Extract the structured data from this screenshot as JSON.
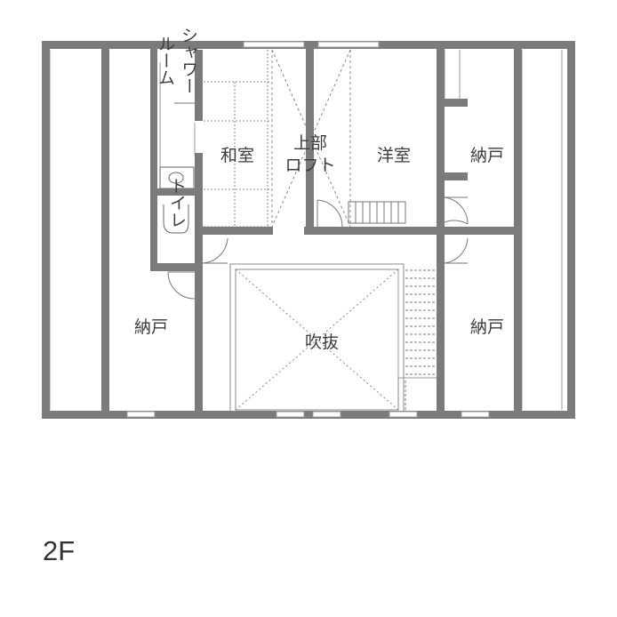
{
  "floor": "2F",
  "rooms": {
    "shower": [
      "シャワー",
      "ルーム"
    ],
    "washitsu": "和室",
    "loft": [
      "上部",
      "ロフト"
    ],
    "yoshitsu": "洋室",
    "nando_ne": "納戸",
    "toilet": "トイレ",
    "nando_w": "納戸",
    "fukinuke": "吹抜",
    "nando_e": "納戸"
  },
  "colors": {
    "wall": "#7b7b7b",
    "text": "#3c3c3c",
    "line": "#888888"
  }
}
